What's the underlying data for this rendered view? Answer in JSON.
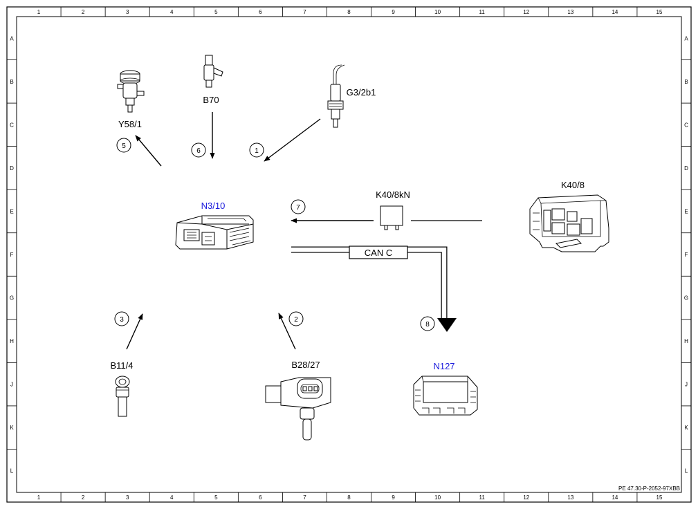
{
  "frame": {
    "columns": [
      "1",
      "2",
      "3",
      "4",
      "5",
      "6",
      "7",
      "8",
      "9",
      "10",
      "11",
      "12",
      "13",
      "14",
      "15"
    ],
    "rows": [
      "A",
      "B",
      "C",
      "D",
      "E",
      "F",
      "G",
      "H",
      "J",
      "K",
      "L"
    ]
  },
  "components": {
    "n3_10": "N3/10",
    "n127": "N127",
    "k40_8": "K40/8",
    "k40_8kn": "K40/8kN",
    "y58_1": "Y58/1",
    "b70": "B70",
    "g3_2b1": "G3/2b1",
    "b11_4": "B11/4",
    "b28_27": "B28/27"
  },
  "bus": {
    "label": "CAN C"
  },
  "signals": [
    "1",
    "2",
    "3",
    "5",
    "6",
    "7",
    "8"
  ],
  "reference": "PE 47.30-P-2052-97XBB",
  "colors": {
    "blue_label": "#1a1adc",
    "line": "#000000"
  }
}
